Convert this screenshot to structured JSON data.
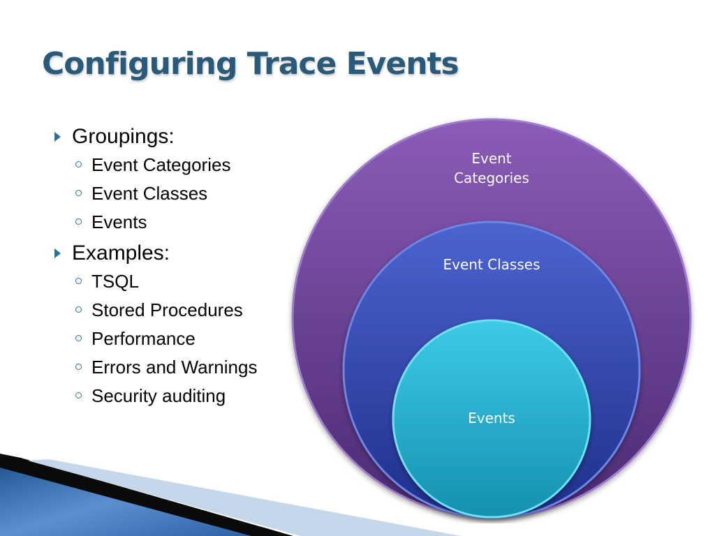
{
  "title": "Configuring Trace Events",
  "groups": [
    {
      "label": "Groupings:",
      "items": [
        "Event Categories",
        "Event Classes",
        "Events"
      ]
    },
    {
      "label": "Examples:",
      "items": [
        "TSQL",
        "Stored Procedures",
        "Performance",
        "Errors and Warnings",
        "Security auditing"
      ]
    }
  ],
  "diagram": {
    "outer_label_line1": "Event",
    "outer_label_line2": "Categories",
    "middle_label": "Event Classes",
    "inner_label": "Events",
    "colors": {
      "outer": "#6a3f98",
      "middle": "#3147b0",
      "inner": "#1fb0d0"
    }
  },
  "colors": {
    "title": "#2a5a7a",
    "bullet": "#2f6e96"
  }
}
